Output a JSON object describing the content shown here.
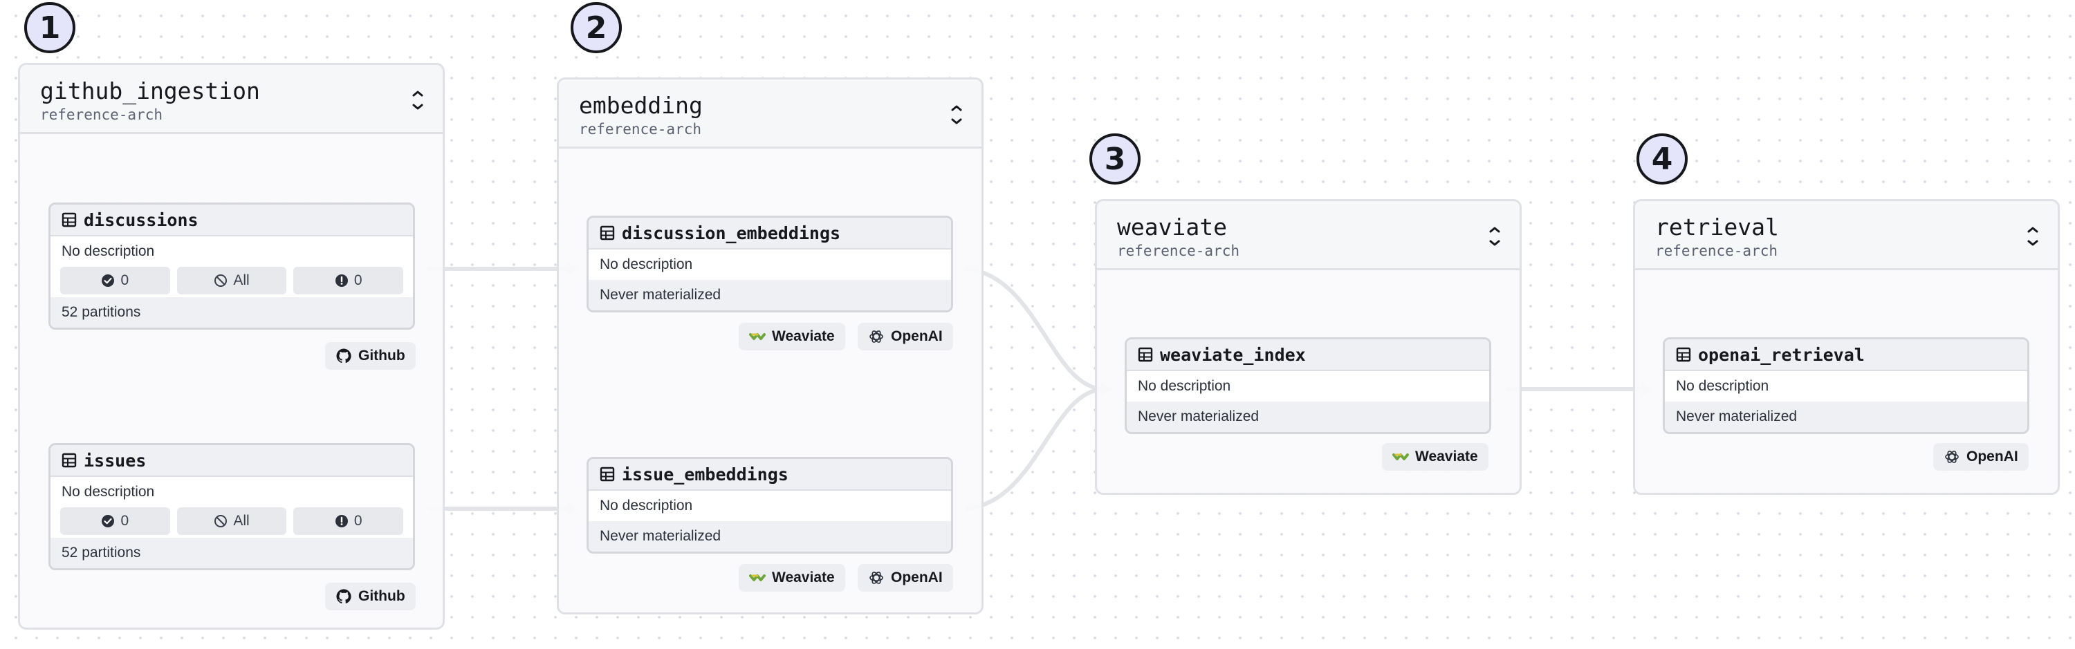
{
  "steps": [
    "1",
    "2",
    "3",
    "4"
  ],
  "groups": {
    "github_ingestion": {
      "title": "github_ingestion",
      "subtitle": "reference-arch",
      "assets": {
        "discussions": {
          "name": "discussions",
          "description": "No description",
          "checks_passed": "0",
          "partitions_filter": "All",
          "checks_failed": "0",
          "partitions": "52 partitions",
          "tag": "Github"
        },
        "issues": {
          "name": "issues",
          "description": "No description",
          "checks_passed": "0",
          "partitions_filter": "All",
          "checks_failed": "0",
          "partitions": "52 partitions",
          "tag": "Github"
        }
      }
    },
    "embedding": {
      "title": "embedding",
      "subtitle": "reference-arch",
      "assets": {
        "discussion_embeddings": {
          "name": "discussion_embeddings",
          "description": "No description",
          "status": "Never materialized",
          "tags": [
            "Weaviate",
            "OpenAI"
          ]
        },
        "issue_embeddings": {
          "name": "issue_embeddings",
          "description": "No description",
          "status": "Never materialized",
          "tags": [
            "Weaviate",
            "OpenAI"
          ]
        }
      }
    },
    "weaviate": {
      "title": "weaviate",
      "subtitle": "reference-arch",
      "assets": {
        "weaviate_index": {
          "name": "weaviate_index",
          "description": "No description",
          "status": "Never materialized",
          "tags": [
            "Weaviate"
          ]
        }
      }
    },
    "retrieval": {
      "title": "retrieval",
      "subtitle": "reference-arch",
      "assets": {
        "openai_retrieval": {
          "name": "openai_retrieval",
          "description": "No description",
          "status": "Never materialized",
          "tags": [
            "OpenAI"
          ]
        }
      }
    }
  },
  "icons": {
    "table": "table-icon",
    "collapse": "collapse-chevron-icon",
    "check": "check-circle-icon",
    "partition": "partition-slash-icon",
    "failed": "alert-circle-icon",
    "github": "github-icon",
    "weaviate": "weaviate-icon",
    "openai": "openai-icon"
  },
  "colors": {
    "canvas_dot": "#d6d9e0",
    "edge": "#e3e4e8",
    "step_fill": "#e4e4fb",
    "group_border": "#dfe1e6",
    "weaviate_green": "#6fa63a",
    "weaviate_yellow": "#d9c436"
  }
}
